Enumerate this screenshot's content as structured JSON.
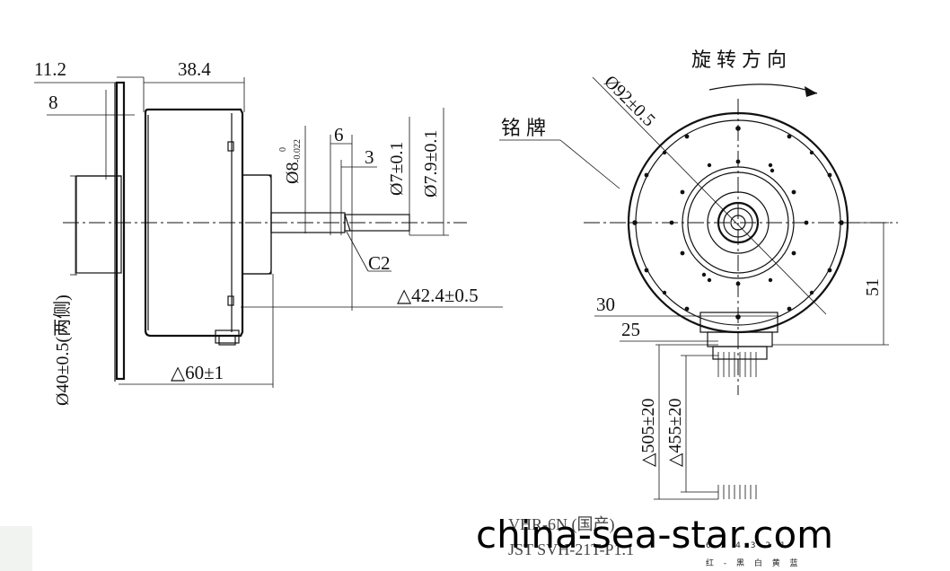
{
  "side_view": {
    "dim_11_2": "11.2",
    "dim_38_4": "38.4",
    "dim_8": "8",
    "dim_6": "6",
    "dim_3": "3",
    "shaft_tol_main": "Ø8",
    "shaft_tol_upper": "0",
    "shaft_tol_lower": "-0.022",
    "dim_phi7": "Ø7±0.1",
    "dim_phi7_9": "Ø7.9±0.1",
    "chamfer": "C2",
    "dim_42_4": "△42.4±0.5",
    "dim_60": "△60±1",
    "dim_phi40": "Ø40±0.5(两侧)"
  },
  "front_view": {
    "rotation_label": "旋转方向",
    "nameplate_label": "铭牌",
    "dim_phi92": "Ø92±0.5",
    "dim_30": "30",
    "dim_25": "25",
    "dim_51": "51",
    "dim_505": "△505±20",
    "dim_455": "△455±20"
  },
  "connector": {
    "line1": "VHR-6N (国产)",
    "line2": "JST SVH-21T-P1.1",
    "pin_numbers": "6 5 4 3 2 1",
    "wire_colors": "红 - 黑 白 黄 蓝"
  },
  "watermark": "china-sea-star.com"
}
